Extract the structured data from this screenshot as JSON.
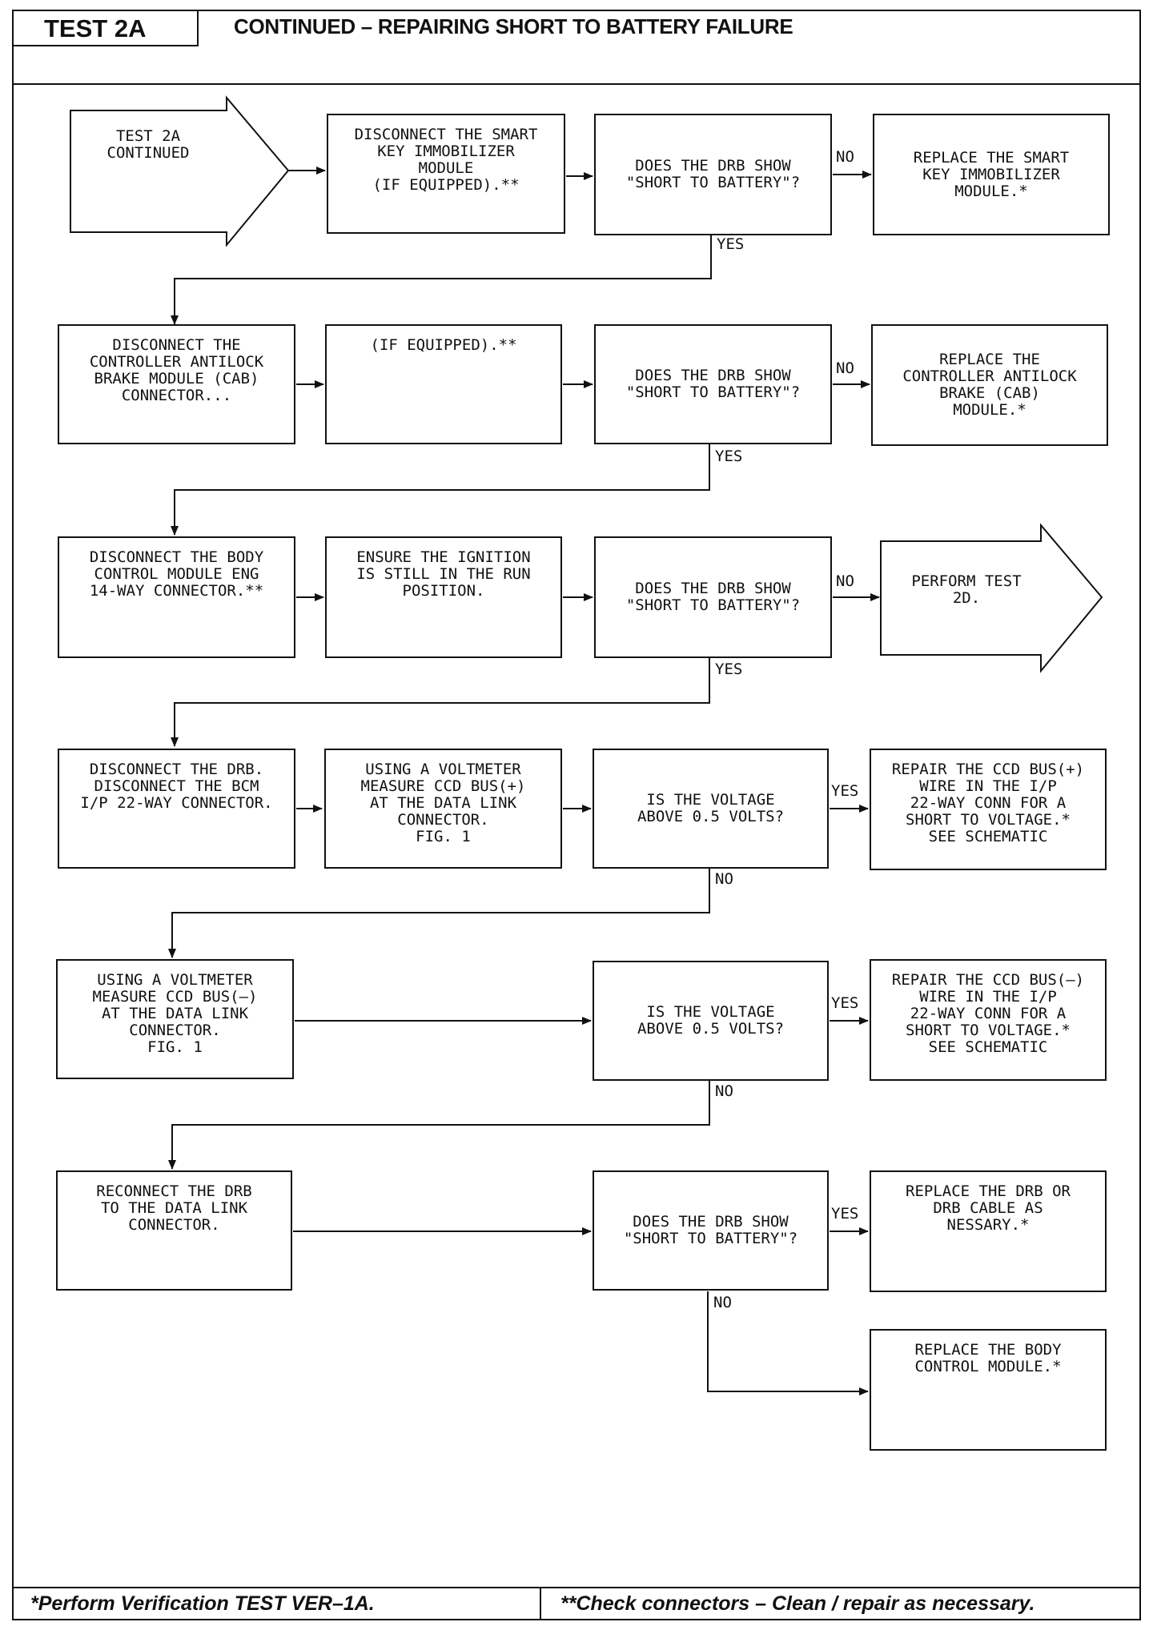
{
  "header": {
    "test_label": "TEST 2A",
    "title": "CONTINUED – REPAIRING SHORT TO BATTERY FAILURE"
  },
  "footer": {
    "left": "*Perform Verification TEST VER–1A.",
    "right": "**Check connectors – Clean / repair as necessary."
  },
  "row1": {
    "start": "TEST 2A\nCONTINUED",
    "action": "DISCONNECT THE SMART\nKEY IMMOBILIZER\nMODULE\n(IF EQUIPPED).**",
    "question": "DOES THE DRB SHOW\n\"SHORT TO BATTERY\"?",
    "no_result": "REPLACE THE SMART\nKEY IMMOBILIZER\nMODULE.*"
  },
  "row2": {
    "action": "DISCONNECT THE\nCONTROLLER ANTILOCK\nBRAKE MODULE (CAB)\nCONNECTOR...",
    "note": "(IF EQUIPPED).**",
    "question": "DOES THE DRB SHOW\n\"SHORT TO BATTERY\"?",
    "no_result": "REPLACE THE\nCONTROLLER ANTILOCK\nBRAKE (CAB)\nMODULE.*"
  },
  "row3": {
    "action": "DISCONNECT THE BODY\nCONTROL MODULE ENG\n14-WAY CONNECTOR.**",
    "ensure": "ENSURE THE IGNITION\nIS STILL IN THE RUN\nPOSITION.",
    "question": "DOES THE DRB SHOW\n\"SHORT TO BATTERY\"?",
    "no_result": "PERFORM TEST\n2D."
  },
  "row4": {
    "action": "DISCONNECT THE DRB.\nDISCONNECT THE BCM\nI/P 22-WAY CONNECTOR.",
    "measure": "USING A VOLTMETER\nMEASURE CCD BUS(+)\nAT THE DATA LINK\nCONNECTOR.\nFIG. 1",
    "question": "IS THE VOLTAGE\nABOVE 0.5 VOLTS?",
    "yes_result": "REPAIR THE CCD BUS(+)\nWIRE IN THE I/P\n22-WAY CONN FOR A\nSHORT TO VOLTAGE.*\nSEE SCHEMATIC"
  },
  "row5": {
    "measure": "USING A VOLTMETER\nMEASURE CCD BUS(–)\nAT THE DATA LINK\nCONNECTOR.\nFIG. 1",
    "question": "IS THE VOLTAGE\nABOVE 0.5 VOLTS?",
    "yes_result": "REPAIR THE CCD BUS(–)\nWIRE IN THE I/P\n22-WAY CONN FOR A\nSHORT TO VOLTAGE.*\nSEE SCHEMATIC"
  },
  "row6": {
    "action": "RECONNECT THE DRB\nTO THE DATA LINK\nCONNECTOR.",
    "question": "DOES THE DRB SHOW\n\"SHORT TO BATTERY\"?",
    "yes_result": "REPLACE THE DRB OR\nDRB CABLE AS\nNESSARY.*",
    "no_result": "REPLACE THE BODY\nCONTROL MODULE.*"
  },
  "labels": {
    "yes": "YES",
    "no": "NO"
  }
}
